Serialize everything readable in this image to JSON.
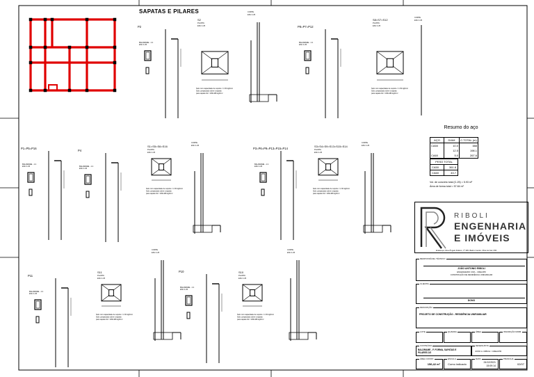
{
  "sheet": {
    "title": "SAPATAS E PILARES",
    "plan_color": "#e00000"
  },
  "details": {
    "pillars": [
      {
        "label": "P2",
        "section": "BALDRAME - 1:1",
        "scale": "ESC 1:25"
      },
      {
        "label": "P8=P7=P12",
        "section": "BALDRAME - 1:1",
        "scale": "ESC 1:25"
      },
      {
        "label": "P1=P5=P16",
        "section": "BALDRAME - 1:1",
        "scale": "ESC 1:25"
      },
      {
        "label": "P4",
        "section": "BALDRAME - 1:1",
        "scale": "ESC 1:25"
      },
      {
        "label": "P3=P6=P9=P13=P15=P14",
        "section": "BALDRAME - 1:1",
        "scale": "ESC 1:25"
      },
      {
        "label": "P11",
        "section": "BALDRAME - 1:1",
        "scale": "ESC 1:25"
      },
      {
        "label": "P10",
        "section": "BALDRAME - 1:1",
        "scale": "ESC 1:25"
      }
    ],
    "footings": [
      {
        "label": "S2",
        "sub": "PLANTA",
        "scale": "ESC 1:25"
      },
      {
        "label": "S8=S7=S12",
        "sub": "PLANTA",
        "scale": "ESC 1:25"
      },
      {
        "label": "S1=S5=S6=S16",
        "sub": "PLANTA",
        "scale": "ESC 1:25"
      },
      {
        "label": "S3=S4=S9=S13=S15=S14",
        "sub": "PLANTA",
        "scale": "ESC 1:25"
      },
      {
        "label": "S11",
        "sub": "PLANTA",
        "scale": "ESC 1:25"
      },
      {
        "label": "S10",
        "sub": "PLANTA",
        "scale": "ESC 1:25"
      }
    ],
    "cut_label": "CORTE",
    "cut_scale": "ESC 1:25",
    "notes": [
      "Solo com capacidade de suporte = 1.50 kgf/cm²",
      "Solo compactado sobre a sapata",
      "para sapata fck = 180x180 kgf/cm²"
    ]
  },
  "summary": {
    "title": "Resumo do aço",
    "headers": [
      "AÇO",
      "DIAM",
      "C.TOTAL (m)"
    ],
    "rows": [
      [
        "CA50",
        "10.0",
        "388"
      ],
      [
        "",
        "12.5",
        "198.1"
      ],
      [
        "CA60",
        "5.0",
        "267.6"
      ]
    ],
    "weight_header": "PESO TOTAL",
    "weight_rows": [
      [
        "CA50",
        "361.8"
      ],
      [
        "CA60",
        "43.7"
      ]
    ],
    "concrete": "Vol. de concreto total (C-25) = 5.93 m³",
    "formwork": "Área de forma total = 57.84 m²"
  },
  "title_block": {
    "logo_line1": "RIBOLI",
    "logo_line2": "ENGENHARIA",
    "logo_line3": "E IMÓVEIS",
    "address": "Endereço: Rua Ângelo Dolsini, nº 165, Bairro Centro, Piraí do Sul / PR",
    "resp_label": "RESPONSÁVEL TÉCNICO",
    "resp_name": "JOÃO ANTONIO RIBOLI",
    "resp_line2": "ENGENHEIRO CIVIL - CREA/PR",
    "resp_line3": "CONSTRUÇÃO DE RESIDÊNCIA UNIFAMILIAR",
    "owner_label": "CLIENTE",
    "owner_name": "DONO",
    "desc_label": "DESCRIÇÃO",
    "desc": "PROJETO DE CONSTRUÇÃO - RESIDÊNCIA UNIFAMILIAR",
    "f1_label": "LOTE",
    "f2_label": "QUADRA",
    "f3_label": "ÁREA",
    "f4_label": "INSCRIÇÃO IMOB.",
    "content_label": "CONTEÚDO",
    "content": "BALDRAME - F. FORMA, SAPATAS E PILARES 2/2",
    "author_label": "DESENHISTA",
    "author": "JOÃO A. RIBOLI / CREA/PR",
    "area_label": "ÁREA CONST.",
    "area": "156,42 m²",
    "scale_label": "ESCALA",
    "scale": "Como indicado",
    "date_label": "DATA",
    "date": "24/12/2021",
    "time": "15:09:14",
    "sheet_label": "PRANCHA",
    "sheet": "02/07"
  }
}
